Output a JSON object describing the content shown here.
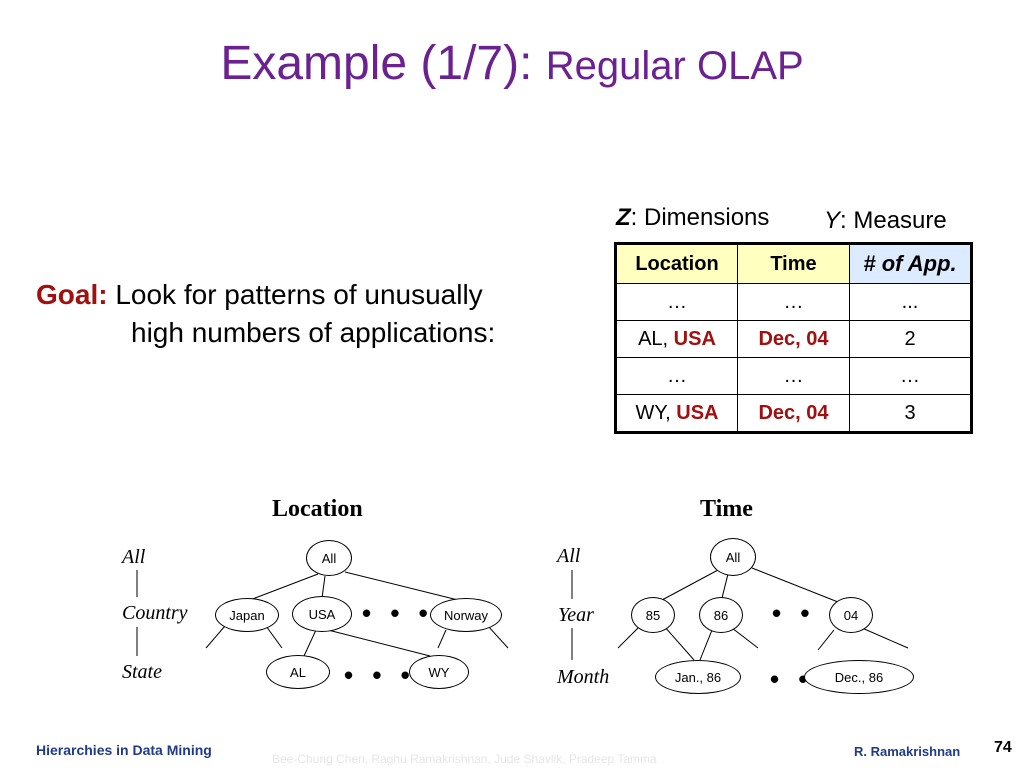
{
  "slide": {
    "title_main": "Example (1/7): ",
    "title_sub": "Regular OLAP"
  },
  "goal": {
    "label": "Goal:",
    "line1": " Look for patterns of unusually",
    "line2": "high numbers of applications:"
  },
  "legend": {
    "z_symbol": "Z",
    "z_text": ": Dimensions",
    "y_symbol": "Y",
    "y_text": ": Measure"
  },
  "table": {
    "headers": [
      "Location",
      "Time",
      "# of App."
    ],
    "rows": [
      {
        "loc_prefix": "…",
        "loc_country": "",
        "time": "…",
        "count": "..."
      },
      {
        "loc_prefix": "AL, ",
        "loc_country": "USA",
        "time": "Dec, 04",
        "count": "2"
      },
      {
        "loc_prefix": "…",
        "loc_country": "",
        "time": "…",
        "count": "…"
      },
      {
        "loc_prefix": "WY, ",
        "loc_country": "USA",
        "time": "Dec, 04",
        "count": "3"
      }
    ]
  },
  "location_hierarchy": {
    "title": "Location",
    "levels": [
      "All",
      "Country",
      "State"
    ],
    "nodes": {
      "all": "All",
      "japan": "Japan",
      "usa": "USA",
      "norway": "Norway",
      "al": "AL",
      "wy": "WY"
    },
    "ellipsis": "• • •"
  },
  "time_hierarchy": {
    "title": "Time",
    "levels": [
      "All",
      "Year",
      "Month"
    ],
    "nodes": {
      "all": "All",
      "y85": "85",
      "y86": "86",
      "y04": "04",
      "jan86": "Jan., 86",
      "dec86": "Dec., 86"
    },
    "ellipsis_year": "• • •",
    "ellipsis_month": "• •"
  },
  "footer": {
    "left": "Hierarchies in Data Mining",
    "credit": "Bee-Chung Chen, Raghu Ramakrishnan, Jude Shavlik, Pradeep Tamma",
    "author": "R. Ramakrishnan",
    "page": "74"
  }
}
